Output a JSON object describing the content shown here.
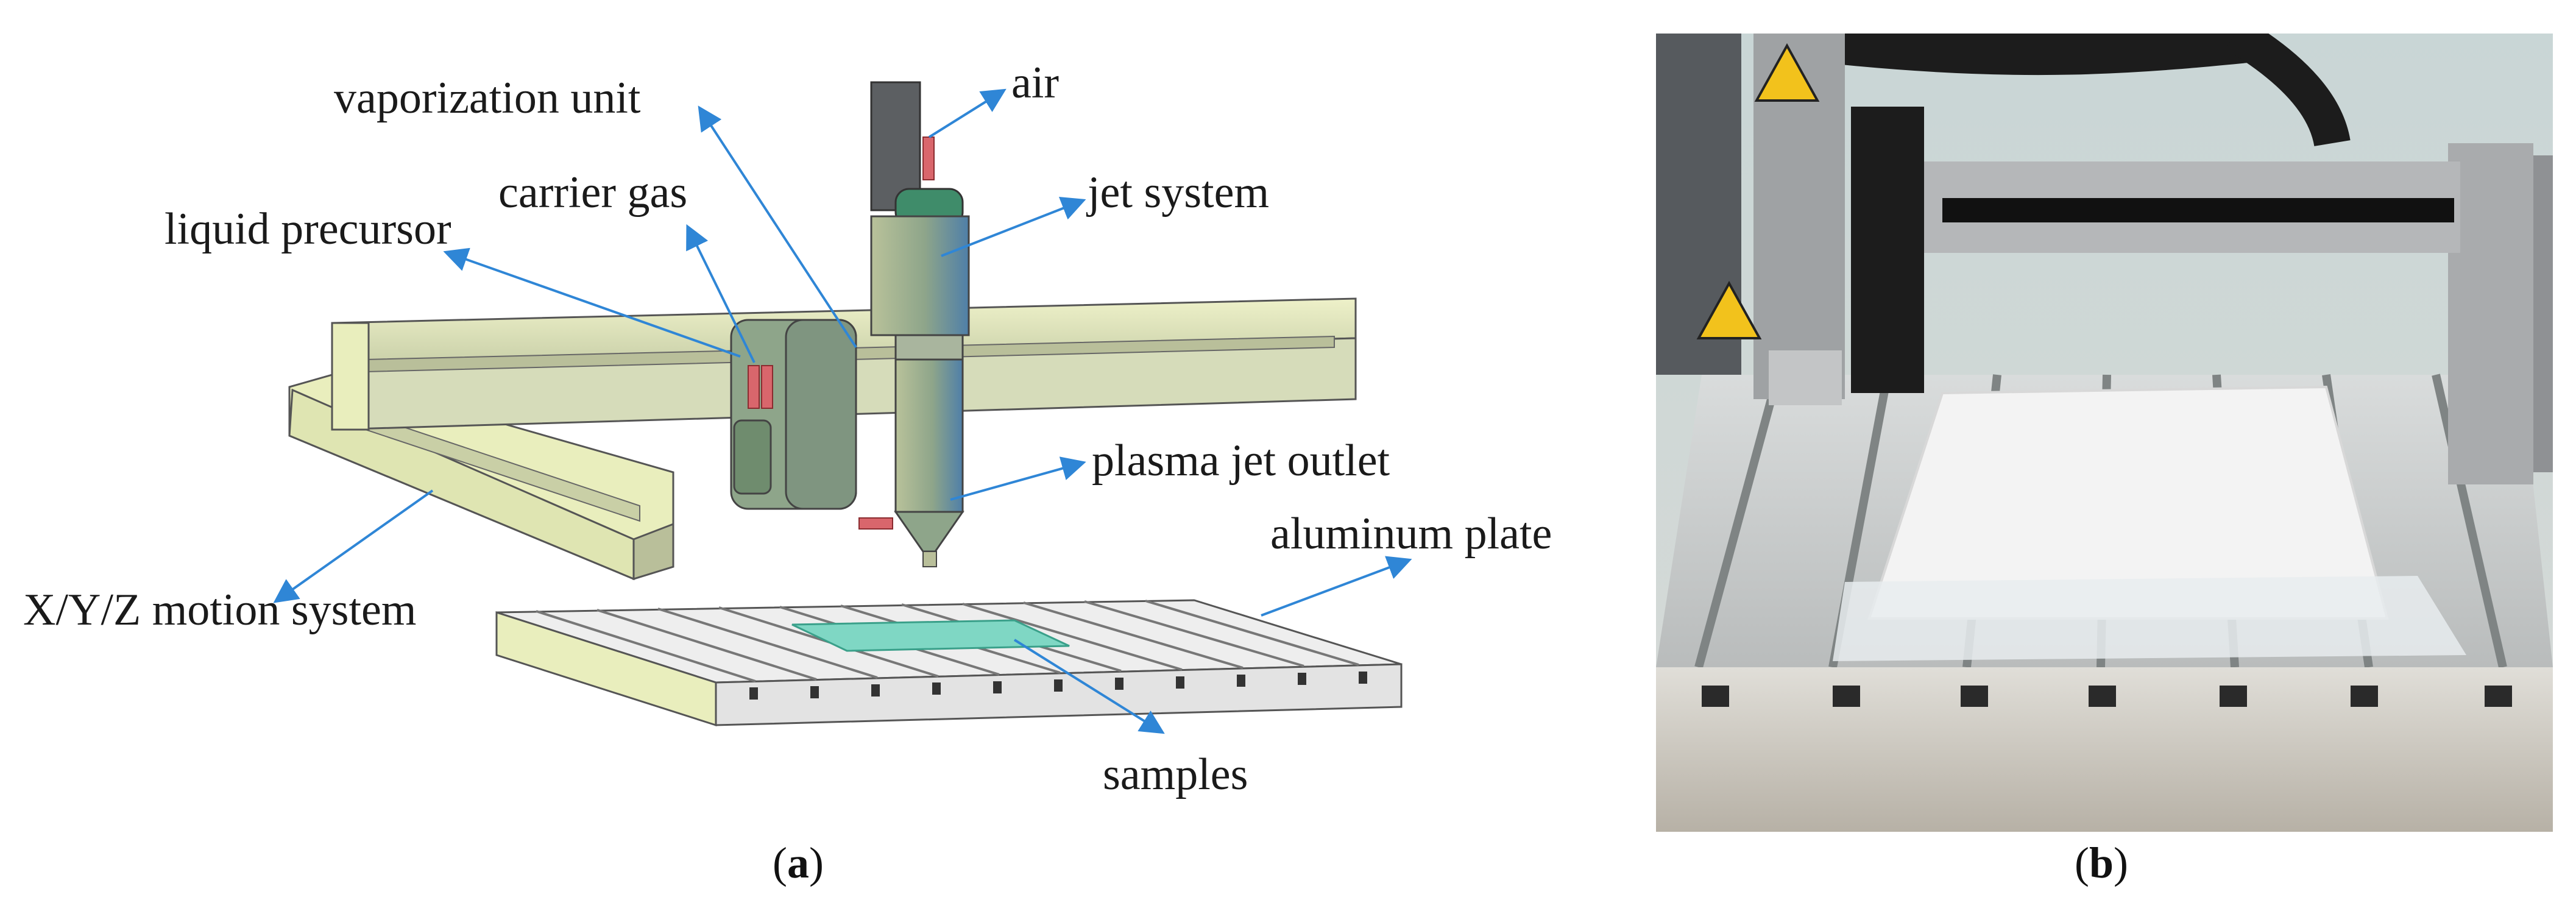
{
  "panel_a": {
    "labels": {
      "air": "air",
      "vaporization_unit": "vaporization unit",
      "jet_system": "jet system",
      "carrier_gas": "carrier gas",
      "liquid_precursor": "liquid precursor",
      "plasma_jet_outlet": "plasma jet outlet",
      "aluminum_plate": "aluminum plate",
      "xyz_motion_system": "X/Y/Z motion system",
      "samples": "samples"
    },
    "caption": {
      "open": "(",
      "letter": "a",
      "close": ")"
    }
  },
  "panel_b": {
    "caption": {
      "open": "(",
      "letter": "b",
      "close": ")"
    }
  },
  "colors": {
    "arrow": "#2f86d6",
    "rail_light": "#e9eebd",
    "rail_dark": "#b9bf9a",
    "body_green": "#8ea58a",
    "gas_inlet": "#d9666c",
    "sample": "#7fd7c4"
  }
}
